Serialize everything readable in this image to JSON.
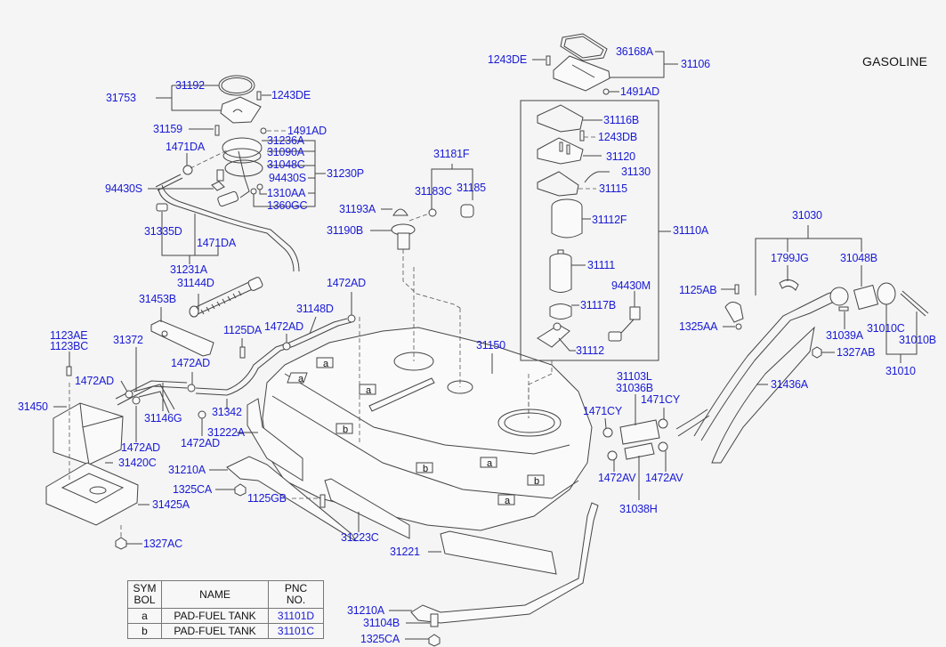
{
  "title": "GASOLINE",
  "colors": {
    "label": "#1a1ad6",
    "line": "#444444",
    "background": "#f4f5f4"
  },
  "labels": {
    "l31753": "31753",
    "l31192": "31192",
    "l1243DE_a": "1243DE",
    "l31159": "31159",
    "l1491AD_a": "1491AD",
    "l1471DA_a": "1471DA",
    "l31236A": "31236A",
    "l31090A": "31090A",
    "l31048C": "31048C",
    "l94430S_a": "94430S",
    "l31230P": "31230P",
    "l94430S_b": "94430S",
    "l1310AA": "1310AA",
    "l1360GC": "1360GC",
    "l31335D": "31335D",
    "l1471DA_b": "1471DA",
    "l31231A": "31231A",
    "l31144D": "31144D",
    "l31453B": "31453B",
    "l1123AE": "1123AE",
    "l1123BC": "1123BC",
    "l31372": "31372",
    "l1472AD_a": "1472AD",
    "l31450": "31450",
    "l31146G": "31146G",
    "l1472AD_b": "1472AD",
    "l31420C": "31420C",
    "l1472AD_c": "1472AD",
    "l31425A": "31425A",
    "l1327AC": "1327AC",
    "l1472AD_d": "1472AD",
    "l1125DA": "1125DA",
    "l1472AD_e": "1472AD",
    "l31148D": "31148D",
    "l1472AD_f": "1472AD",
    "l31342": "31342",
    "l31222A": "31222A",
    "l31210A_a": "31210A",
    "l1325CA_a": "1325CA",
    "l1125GB": "1125GB",
    "l31223C": "31223C",
    "l31221": "31221",
    "l31210A_b": "31210A",
    "l31104B": "31104B",
    "l1325CA_b": "1325CA",
    "l31181F": "31181F",
    "l31183C": "31183C",
    "l31185": "31185",
    "l31193A": "31193A",
    "l31190B": "31190B",
    "l31150": "31150",
    "l1243DE_b": "1243DE",
    "l36168A": "36168A",
    "l31106": "31106",
    "l1491AD_b": "1491AD",
    "l31116B": "31116B",
    "l1243DB": "1243DB",
    "l31120": "31120",
    "l31130": "31130",
    "l31115": "31115",
    "l31112F": "31112F",
    "l31110A": "31110A",
    "l31111": "31111",
    "l94430M": "94430M",
    "l31117B": "31117B",
    "l31112": "31112",
    "l1125AB": "1125AB",
    "l1325AA": "1325AA",
    "l31030": "31030",
    "l1799JG": "1799JG",
    "l31048B": "31048B",
    "l31039A": "31039A",
    "l31010C": "31010C",
    "l31010B": "31010B",
    "l1327AB": "1327AB",
    "l31010": "31010",
    "l31436A": "31436A",
    "l31103L": "31103L",
    "l31036B": "31036B",
    "l1471CY_a": "1471CY",
    "l1471CY_b": "1471CY",
    "l1472AV_a": "1472AV",
    "l1472AV_b": "1472AV",
    "l31038H": "31038H"
  },
  "pad_tags": [
    "a",
    "b"
  ],
  "legend": {
    "headers": {
      "symbol": "SYM\nBOL",
      "name": "NAME",
      "pnc": "PNC\nNO."
    },
    "header_symbol_l1": "SYM",
    "header_symbol_l2": "BOL",
    "header_pnc_l1": "PNC",
    "header_pnc_l2": "NO.",
    "rows": [
      {
        "symbol": "a",
        "name": "PAD-FUEL TANK",
        "pnc": "31101D"
      },
      {
        "symbol": "b",
        "name": "PAD-FUEL TANK",
        "pnc": "31101C"
      }
    ]
  }
}
